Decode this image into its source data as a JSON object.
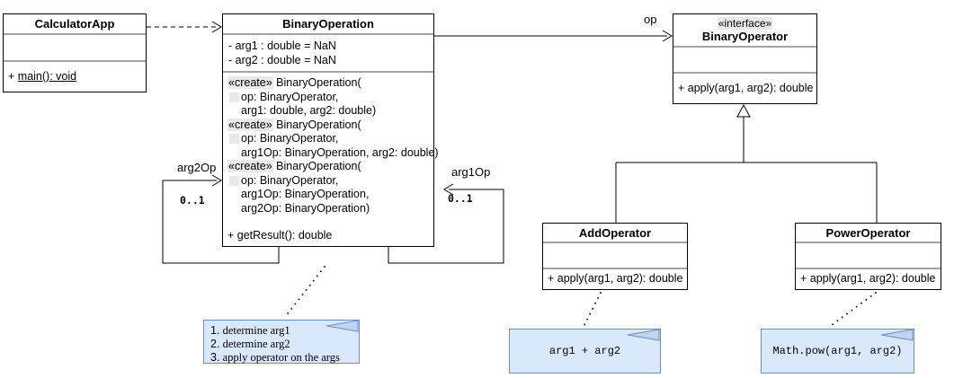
{
  "diagram": {
    "classes": {
      "calculator_app": {
        "title": "CalculatorApp",
        "op_prefix": "+ ",
        "op_main": "main(): void"
      },
      "binary_operation": {
        "title": "BinaryOperation",
        "attr1": "- arg1 : double = NaN",
        "attr2": "- arg2 : double = NaN",
        "ops": [
          {
            "stereo": "«create»",
            "text": " BinaryOperation("
          },
          {
            "text": "op: BinaryOperator,"
          },
          {
            "text": "arg1: double, arg2: double)"
          },
          {
            "stereo": "«create»",
            "text": " BinaryOperation("
          },
          {
            "text": "op: BinaryOperator,"
          },
          {
            "text": "arg1Op: BinaryOperation, arg2: double)"
          },
          {
            "stereo": "«create»",
            "text": " BinaryOperation("
          },
          {
            "text": "op: BinaryOperator,"
          },
          {
            "text": "arg1Op: BinaryOperation,"
          },
          {
            "text": "arg2Op: BinaryOperation)"
          },
          {
            "text": "+ getResult(): double"
          }
        ]
      },
      "binary_operator": {
        "stereotype": "«interface»",
        "title": "BinaryOperator",
        "op": "+ apply(arg1, arg2): double"
      },
      "add_operator": {
        "title": "AddOperator",
        "op": "+ apply(arg1, arg2): double"
      },
      "power_operator": {
        "title": "PowerOperator",
        "op": "+ apply(arg1, arg2): double"
      }
    },
    "edge_labels": {
      "op": "op",
      "arg1Op": "arg1Op",
      "arg2Op": "arg2Op",
      "mult_left": "0..1",
      "mult_right": "0..1"
    },
    "notes": {
      "algorithm": {
        "items": [
          {
            "num": "1.",
            "text": "determine arg1"
          },
          {
            "num": "2.",
            "text": "determine arg2"
          },
          {
            "num": "3.",
            "text": "apply operator on the args"
          }
        ]
      },
      "add_impl": {
        "code": "arg1 + arg2"
      },
      "power_impl": {
        "code": "Math.pow(arg1, arg2)"
      }
    },
    "colors": {
      "note_fill": "#dae8fc",
      "note_border": "#6c8ebf",
      "note_fold": "#c2d4ef",
      "divider_gray": "#a3a3a3",
      "stereotype_bg": "#e9e9e9",
      "line_color": "#000000"
    }
  }
}
